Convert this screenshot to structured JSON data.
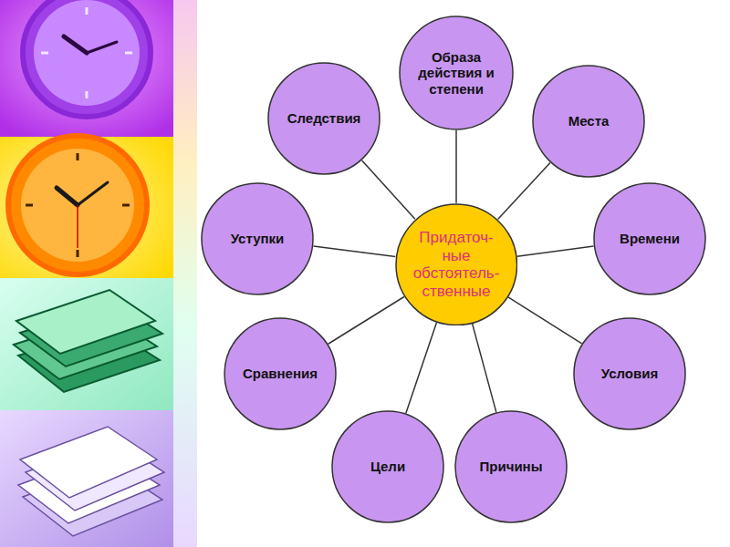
{
  "diagram": {
    "nodes": [
      {
        "text": [
          "Придаточ-ные обстоятель-ственные"
        ]
      },
      {
        "text": [
          "Образа действия и степени"
        ]
      },
      {
        "text": [
          "Места"
        ]
      },
      {
        "text": [
          "Времени"
        ]
      },
      {
        "text": [
          "Условия"
        ]
      },
      {
        "text": [
          "Причины"
        ]
      },
      {
        "text": [
          "Цели"
        ]
      },
      {
        "text": [
          "Сравнения"
        ]
      },
      {
        "text": [
          "Уступки"
        ]
      },
      {
        "text": [
          "Следствия"
        ]
      }
    ],
    "edges": [
      {
        "from": 0,
        "to": 1,
        "arrow": "none"
      },
      {
        "from": 0,
        "to": 2,
        "arrow": "none"
      },
      {
        "from": 0,
        "to": 3,
        "arrow": "none"
      },
      {
        "from": 0,
        "to": 4,
        "arrow": "none"
      },
      {
        "from": 0,
        "to": 5,
        "arrow": "none"
      },
      {
        "from": 0,
        "to": 6,
        "arrow": "none"
      },
      {
        "from": 0,
        "to": 7,
        "arrow": "none"
      },
      {
        "from": 0,
        "to": 8,
        "arrow": "none"
      },
      {
        "from": 0,
        "to": 9,
        "arrow": "none"
      }
    ]
  }
}
